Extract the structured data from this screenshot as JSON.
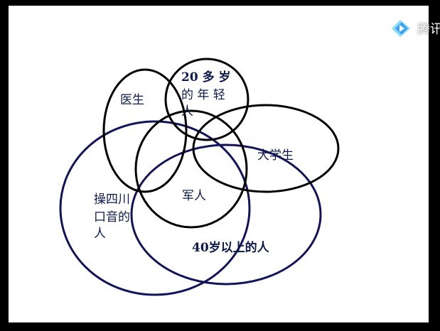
{
  "watermark": {
    "label": "腾讯",
    "icon": "tencent-video-play-icon",
    "colors": [
      "#3ea2f0",
      "#7dd9f5"
    ]
  },
  "diagram": {
    "colors": {
      "black_outline": "#000000",
      "navy_outline": "#13135a",
      "label_text": "#0d1a4d"
    },
    "labels": {
      "doctor": "医生",
      "young_line1": "20 多 岁",
      "young_line2": "的 年 轻",
      "young_line3": "人",
      "student": "大学生",
      "soldier": "军人",
      "sichuan_line1": "操四川",
      "sichuan_line2": "口音的",
      "sichuan_line3": "人",
      "over40": "40岁以上的人"
    }
  }
}
